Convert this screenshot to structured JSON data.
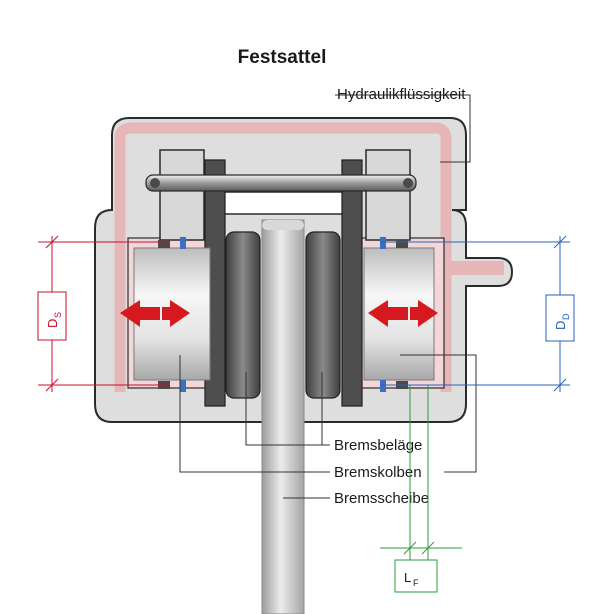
{
  "diagram": {
    "title": "Festsattel",
    "labels": {
      "fluid": "Hydraulikflüssigkeit",
      "pads": "Bremsbeläge",
      "pistons": "Bremskolben",
      "disc": "Bremsscheibe"
    },
    "dimensions": {
      "seal_diameter": {
        "main": "D",
        "sub": "S"
      },
      "piston_diameter": {
        "main": "D",
        "sub": "D"
      },
      "clearance": {
        "main": "L",
        "sub": "F"
      }
    },
    "colors": {
      "housing": "#dedede",
      "housing_outline": "#2b2b2b",
      "fluid": "#e7b6b9",
      "piston_light": "#f4f4f4",
      "piston_dark": "#a9a9a9",
      "pad_dark": "#555555",
      "disc": "#c9c9c9",
      "arrow": "#d6191e",
      "seal_blue": "#3a6fc4",
      "seal_dark": "#4a4a4a",
      "dim_red": "#c8102e",
      "dim_blue": "#2a62b8",
      "dim_green": "#2e9b3a"
    }
  }
}
